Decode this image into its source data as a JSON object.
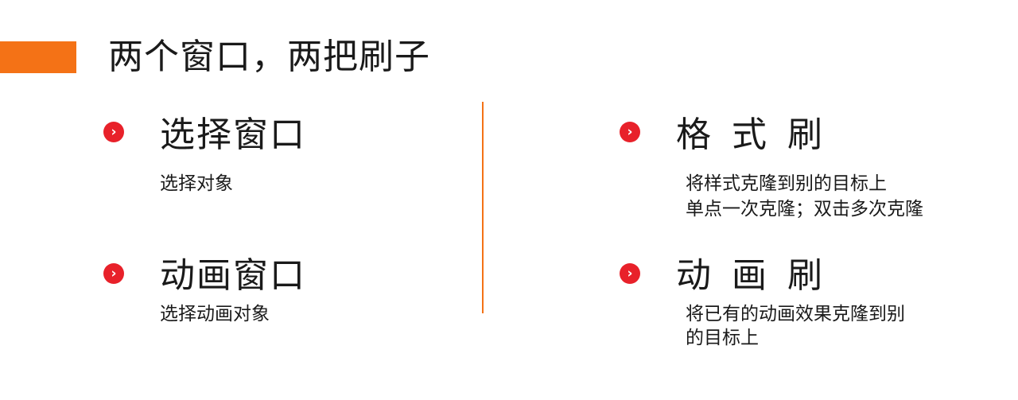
{
  "colors": {
    "accent_orange": "#f47216",
    "bullet_red": "#e8212a",
    "text": "#1a1a1a"
  },
  "icons": {
    "bullet": "chevron-right-icon",
    "bullet_glyph": "›"
  },
  "page": {
    "title": "两个窗口，两把刷子"
  },
  "left_column": {
    "sections": [
      {
        "title": "选择窗口",
        "lines": [
          "选择对象"
        ]
      },
      {
        "title": "动画窗口",
        "lines": [
          "选择动画对象"
        ]
      }
    ]
  },
  "right_column": {
    "sections": [
      {
        "title": "格 式 刷",
        "lines": [
          "将样式克隆到别的目标上",
          "单点一次克隆；双击多次克隆"
        ]
      },
      {
        "title": "动 画 刷",
        "lines": [
          "将已有的动画效果克隆到别",
          "的目标上"
        ]
      }
    ]
  }
}
